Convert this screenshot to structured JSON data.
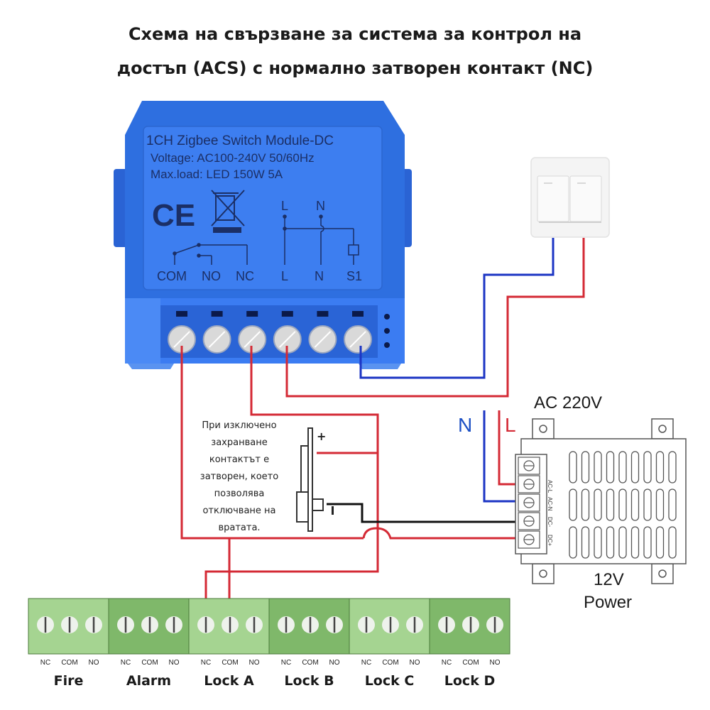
{
  "title": {
    "line1": "Схема на свързване за система за контрол на",
    "line2": "достъп (ACS) с нормално затворен контакт (NC)"
  },
  "module": {
    "name": "1CH Zigbee Switch Module-DC",
    "voltage": "Voltage: AC100-240V 50/60Hz",
    "max_load": "Max.load: LED 150W 5A",
    "ce_mark": "CE",
    "weee_icon": "crossed-bin-icon",
    "terminal_labels": [
      "COM",
      "NO",
      "NC",
      "L",
      "N",
      "S1"
    ],
    "schematic_top_labels": [
      "L",
      "N"
    ],
    "colors": {
      "body": "#2e6fe0",
      "label_panel": "#3d7ef0",
      "text": "#1b2f66"
    }
  },
  "wall_switch": {
    "icon": "double-rocker-switch-icon"
  },
  "power_supply": {
    "input_label": "AC 220V",
    "n_label": "N",
    "l_label": "L",
    "terminal_labels": [
      "AC-L",
      "AC-N",
      "DC-",
      "DC+"
    ],
    "output_label_line1": "12V",
    "output_label_line2": "Power"
  },
  "lock": {
    "plus_label": "+",
    "minus_label": "−",
    "note_lines": [
      "При изключено",
      "захранване",
      "контактът е",
      "затворен, което",
      "позволява",
      "отключване на",
      "вратата."
    ]
  },
  "controller": {
    "groups": [
      {
        "name": "Fire",
        "pins": [
          "NC",
          "COM",
          "NO"
        ],
        "shade": "light"
      },
      {
        "name": "Alarm",
        "pins": [
          "NC",
          "COM",
          "NO"
        ],
        "shade": "dark"
      },
      {
        "name": "Lock A",
        "pins": [
          "NC",
          "COM",
          "NO"
        ],
        "shade": "light"
      },
      {
        "name": "Lock B",
        "pins": [
          "NC",
          "COM",
          "NO"
        ],
        "shade": "dark"
      },
      {
        "name": "Lock C",
        "pins": [
          "NC",
          "COM",
          "NO"
        ],
        "shade": "light"
      },
      {
        "name": "Lock D",
        "pins": [
          "NC",
          "COM",
          "NO"
        ],
        "shade": "dark"
      }
    ]
  },
  "wire_colors": {
    "live": "#d42a35",
    "neutral": "#1c35c4",
    "negative": "#111111"
  }
}
